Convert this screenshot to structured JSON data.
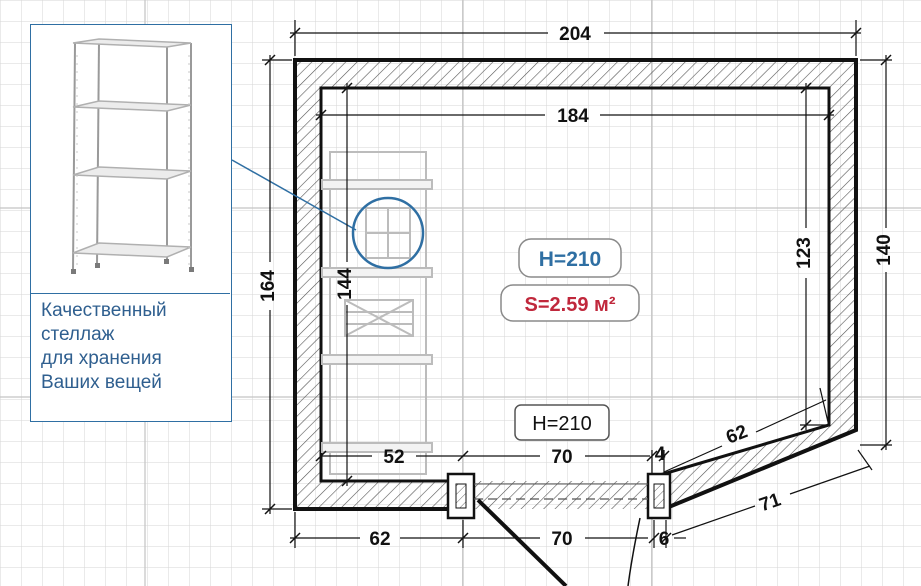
{
  "dimensions": {
    "outer_width": "204",
    "inner_width": "184",
    "outer_height_left": "164",
    "inner_height_left": "144",
    "inner_height_right": "123",
    "outer_height_right": "140",
    "diagonal_inner": "62",
    "diagonal_outer": "71",
    "inner_bottom_left": "52",
    "inner_bottom_door": "70",
    "inner_bottom_right": "4",
    "outer_bottom_left": "62",
    "outer_bottom_door": "70",
    "outer_bottom_right": "6"
  },
  "labels": {
    "ceiling_height": "H=210",
    "area": "S=2.59 м²",
    "door_height": "H=210"
  },
  "inset": {
    "caption_lines": [
      "Качественный",
      "стеллаж",
      "для хранения",
      "Ваших вещей"
    ]
  },
  "colors": {
    "accent_blue": "#2f6fa3",
    "area_red": "#c0283c",
    "wall": "#111111",
    "grid": "#d4d4d4"
  }
}
